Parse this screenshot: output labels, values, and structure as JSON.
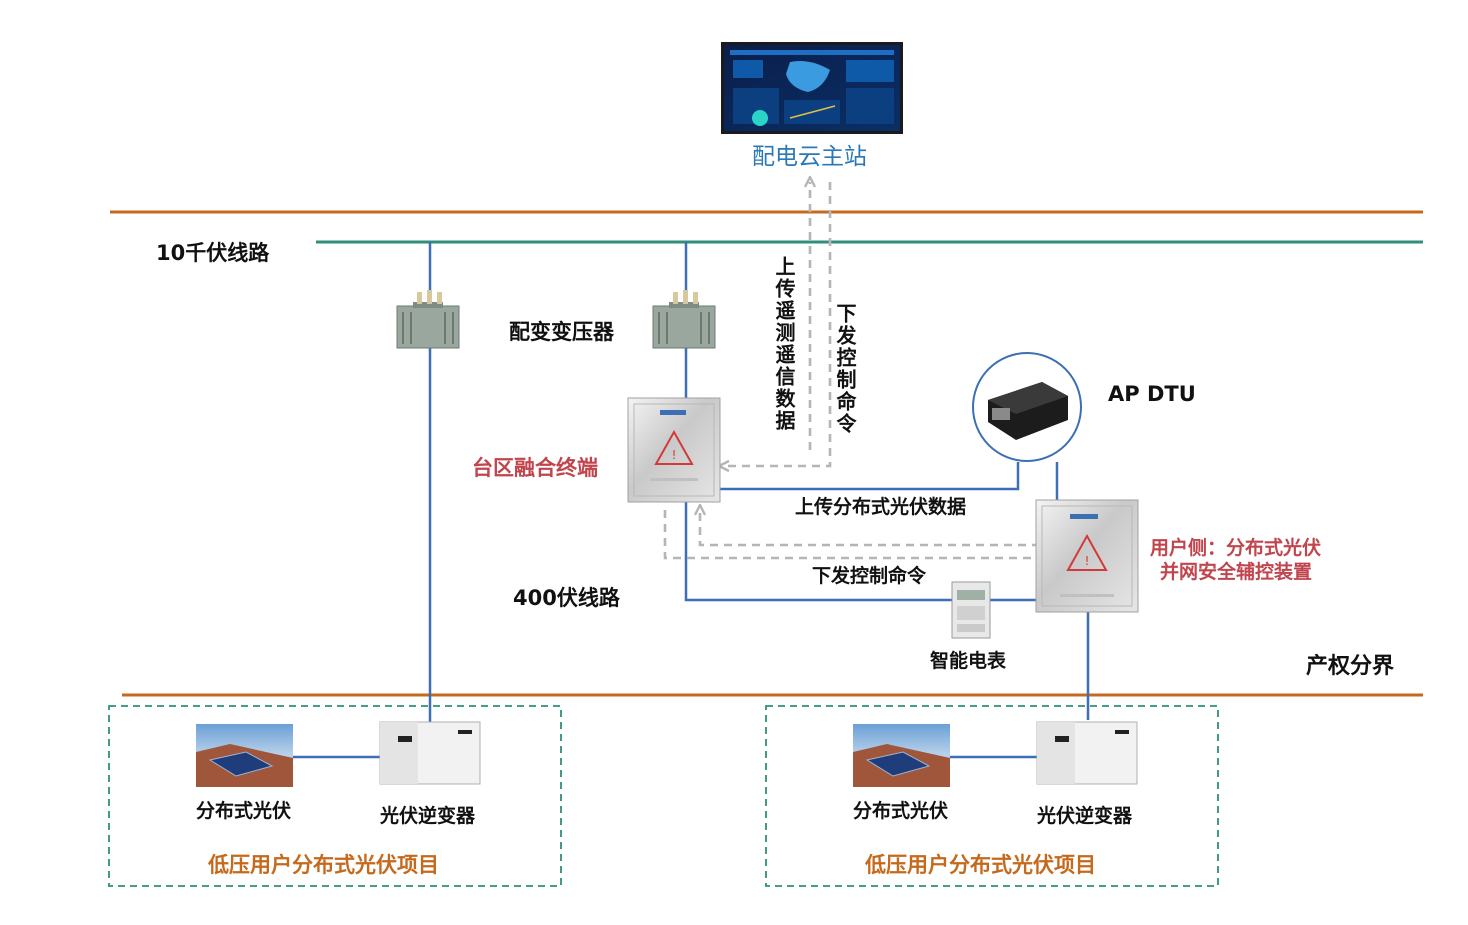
{
  "nodes": {
    "master_station": "配电云主站",
    "line_10kv": "10千伏线路",
    "transformer": "配变变压器",
    "area_terminal": "台区融合终端",
    "ap_dtu": "AP DTU",
    "user_device_line1": "用户侧：分布式光伏",
    "user_device_line2": "并网安全辅控装置",
    "line_400v": "400伏线路",
    "smart_meter": "智能电表",
    "property_boundary": "产权分界"
  },
  "flows": {
    "upload_telemetry": "上传遥测遥信数据",
    "send_control_top": "下发控制命令",
    "upload_pv_data": "上传分布式光伏数据",
    "send_control_bottom": "下发控制命令"
  },
  "projects": [
    {
      "pv": "分布式光伏",
      "inverter": "光伏逆变器",
      "title": "低压用户分布式光伏项目"
    },
    {
      "pv": "分布式光伏",
      "inverter": "光伏逆变器",
      "title": "低压用户分布式光伏项目"
    }
  ],
  "colors": {
    "boundary": "#c56a1d",
    "line_10kv": "#2f8f7a",
    "power_line": "#3d6fb5",
    "dashed": "#b5b5b5",
    "dtu_circle": "#3d6fb5",
    "project_box": "#2f8f7a"
  }
}
